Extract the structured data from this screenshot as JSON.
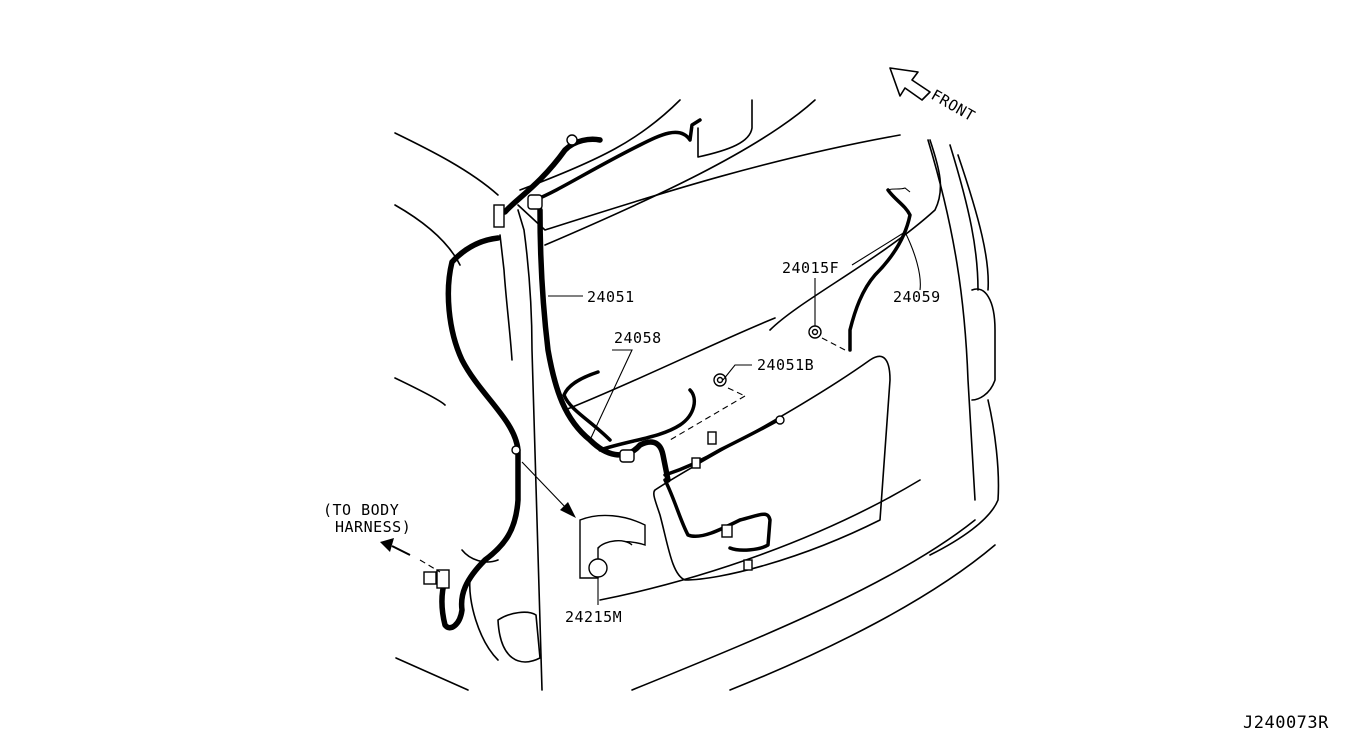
{
  "labels": {
    "front": "FRONT",
    "to_body_line1": "(TO BODY",
    "to_body_line2": "HARNESS)",
    "part_24051": "24051",
    "part_24058": "24058",
    "part_24015F": "24015F",
    "part_24059": "24059",
    "part_24051B": "24051B",
    "part_24215M": "24215M",
    "diagram_code": "J240073R"
  }
}
